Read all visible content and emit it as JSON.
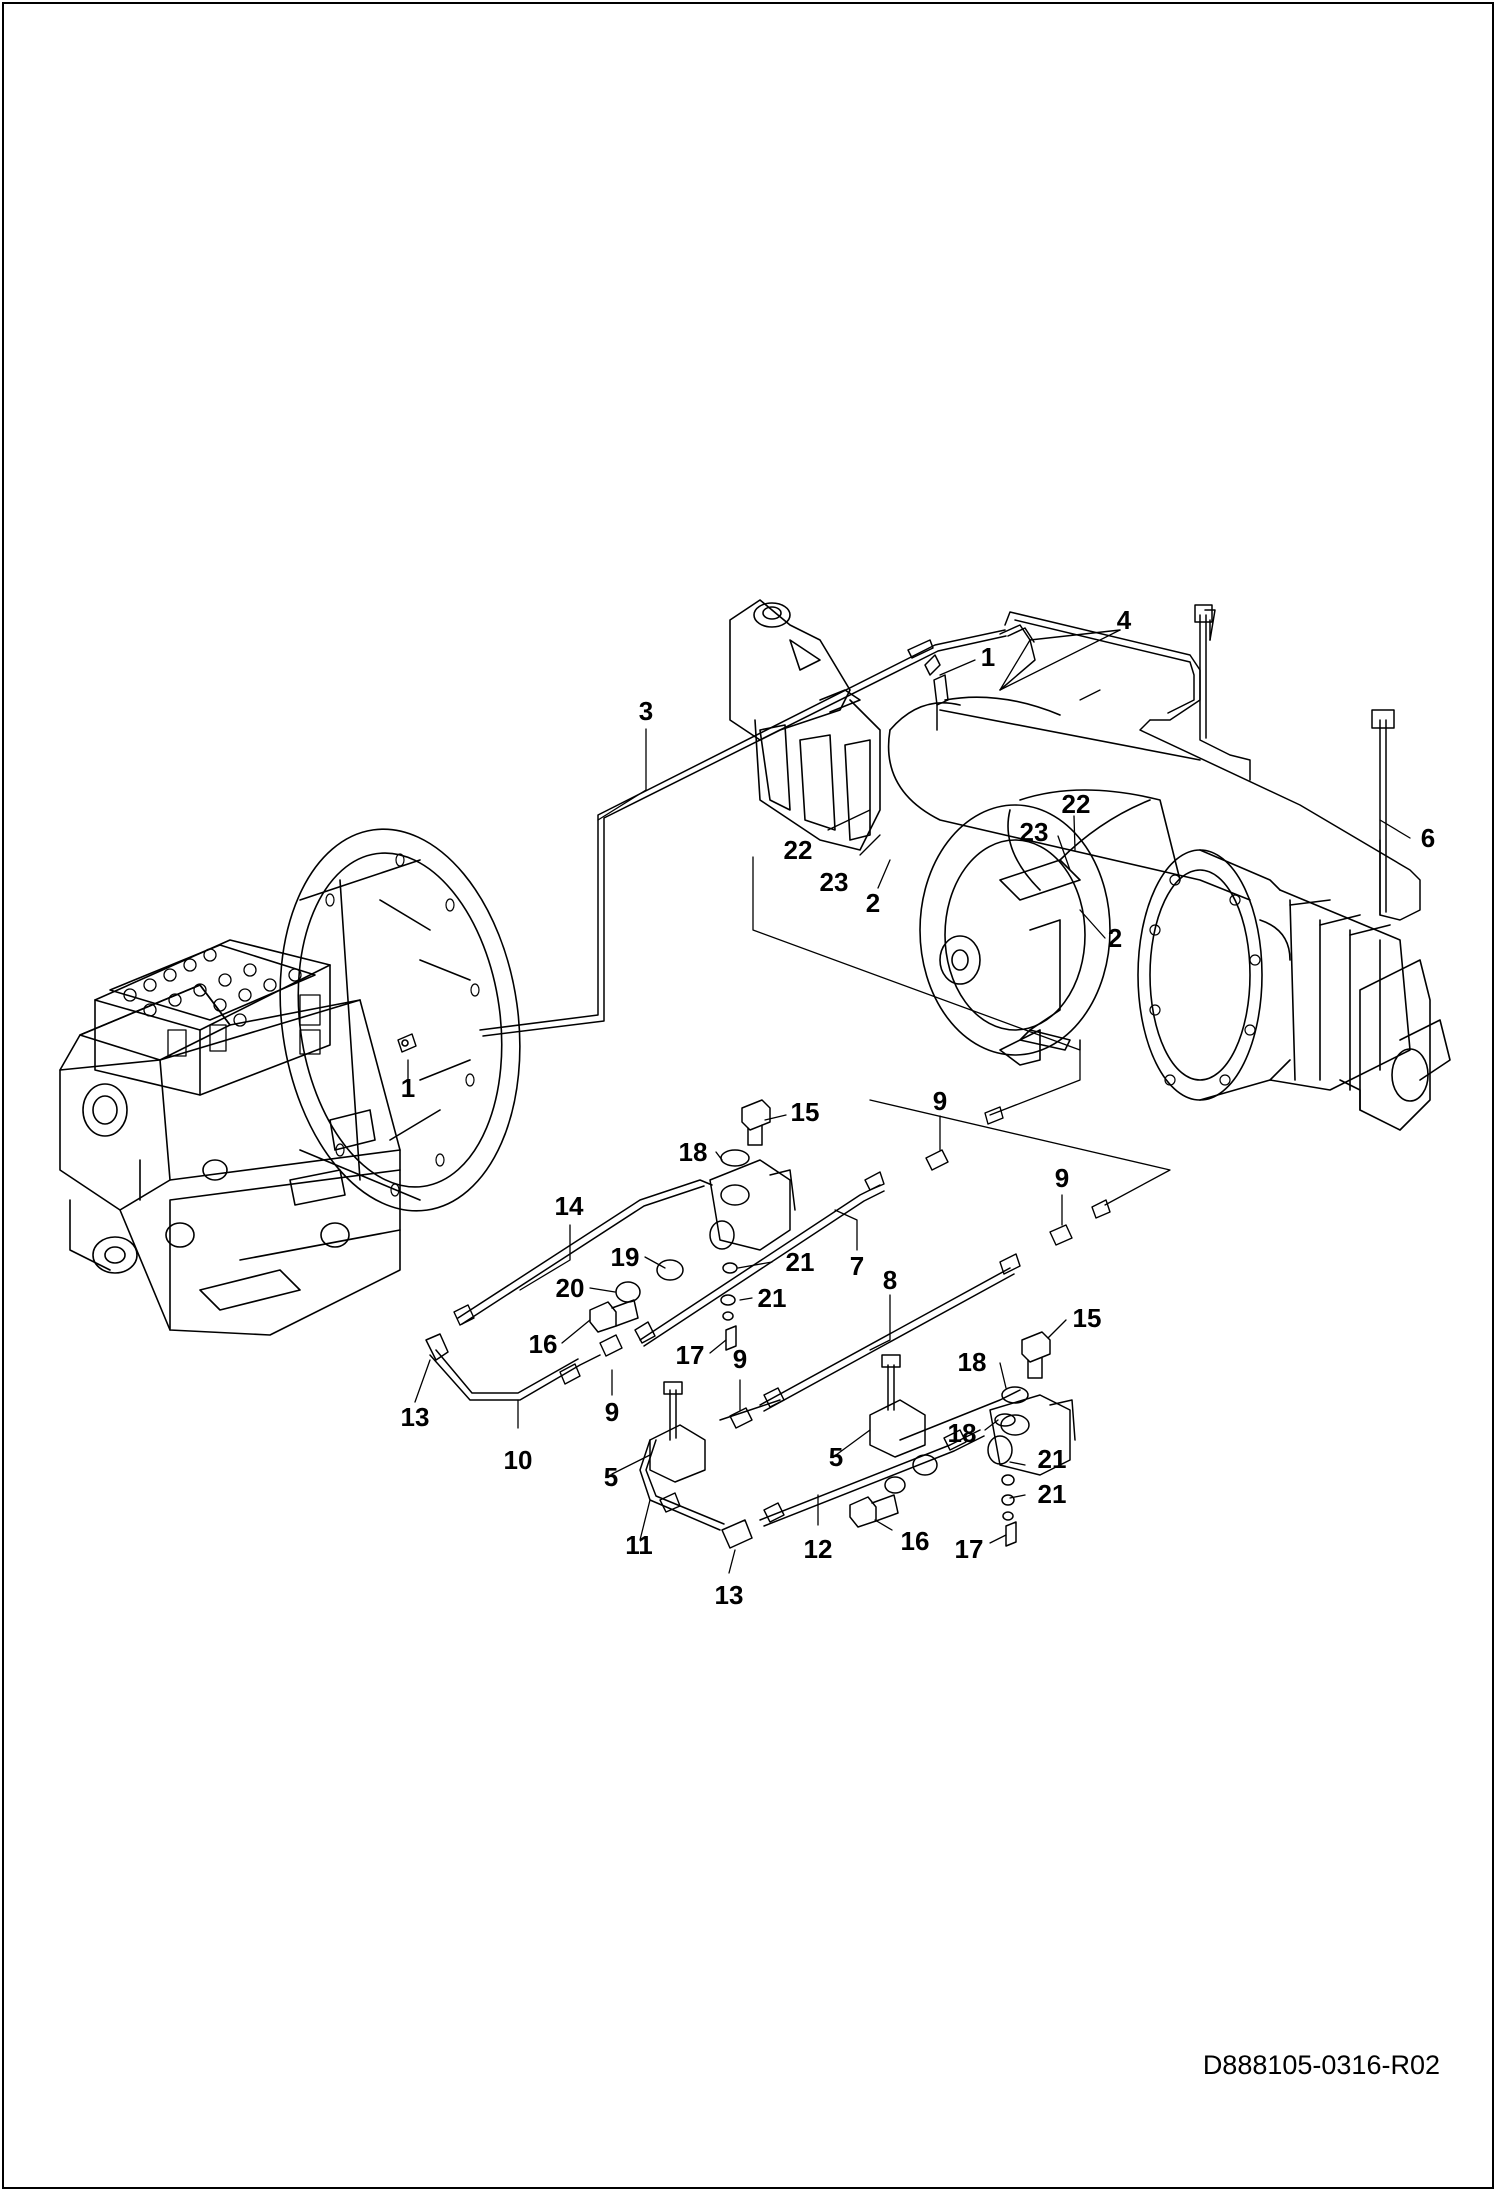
{
  "document_number": "D888105-0316-R02",
  "callouts": {
    "c1_a": "1",
    "c1_b": "1",
    "c2_a": "2",
    "c2_b": "2",
    "c3": "3",
    "c4": "4",
    "c5_a": "5",
    "c5_b": "5",
    "c6": "6",
    "c7": "7",
    "c8": "8",
    "c9_a": "9",
    "c9_b": "9",
    "c9_c": "9",
    "c9_d": "9",
    "c10": "10",
    "c11": "11",
    "c12": "12",
    "c13_a": "13",
    "c13_b": "13",
    "c14": "14",
    "c15_a": "15",
    "c15_b": "15",
    "c16_a": "16",
    "c16_b": "16",
    "c17_a": "17",
    "c17_b": "17",
    "c18_a": "18",
    "c18_b": "18",
    "c18_c": "18",
    "c19": "19",
    "c20": "20",
    "c21_a": "21",
    "c21_b": "21",
    "c21_c": "21",
    "c21_d": "21",
    "c22_a": "22",
    "c22_b": "22",
    "c23_a": "23",
    "c23_b": "23"
  },
  "colors": {
    "line": "#000000",
    "background": "#ffffff"
  }
}
